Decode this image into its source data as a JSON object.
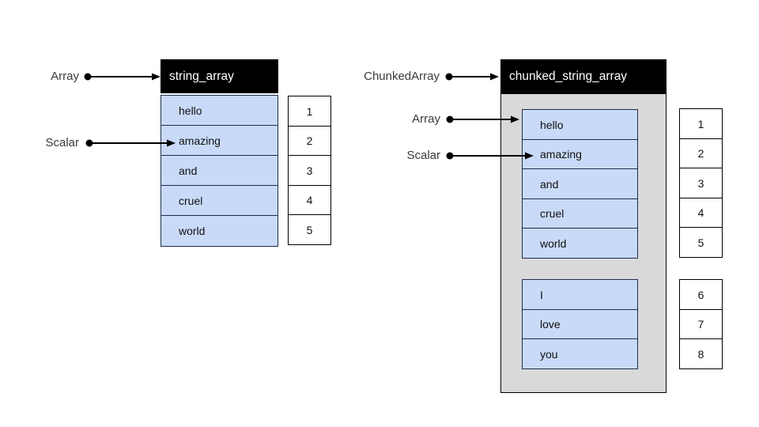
{
  "palette": {
    "cell_fill": "#c9daf8",
    "cell_border": "#1f2d50",
    "container_fill": "#d9d9d9",
    "header_bg": "#000000",
    "header_text": "#ffffff",
    "label_text": "#3a3a3a",
    "arrow_color": "#000000"
  },
  "left": {
    "pointers": {
      "array": "Array",
      "scalar": "Scalar"
    },
    "header": "string_array",
    "cells": [
      "hello",
      "amazing",
      "and",
      "cruel",
      "world"
    ],
    "indices": [
      "1",
      "2",
      "3",
      "4",
      "5"
    ]
  },
  "right": {
    "pointers": {
      "chunked_array": "ChunkedArray",
      "array": "Array",
      "scalar": "Scalar"
    },
    "header": "chunked_string_array",
    "chunk1": [
      "hello",
      "amazing",
      "and",
      "cruel",
      "world"
    ],
    "chunk2": [
      "I",
      "love",
      "you"
    ],
    "indices1": [
      "1",
      "2",
      "3",
      "4",
      "5"
    ],
    "indices2": [
      "6",
      "7",
      "8"
    ]
  }
}
